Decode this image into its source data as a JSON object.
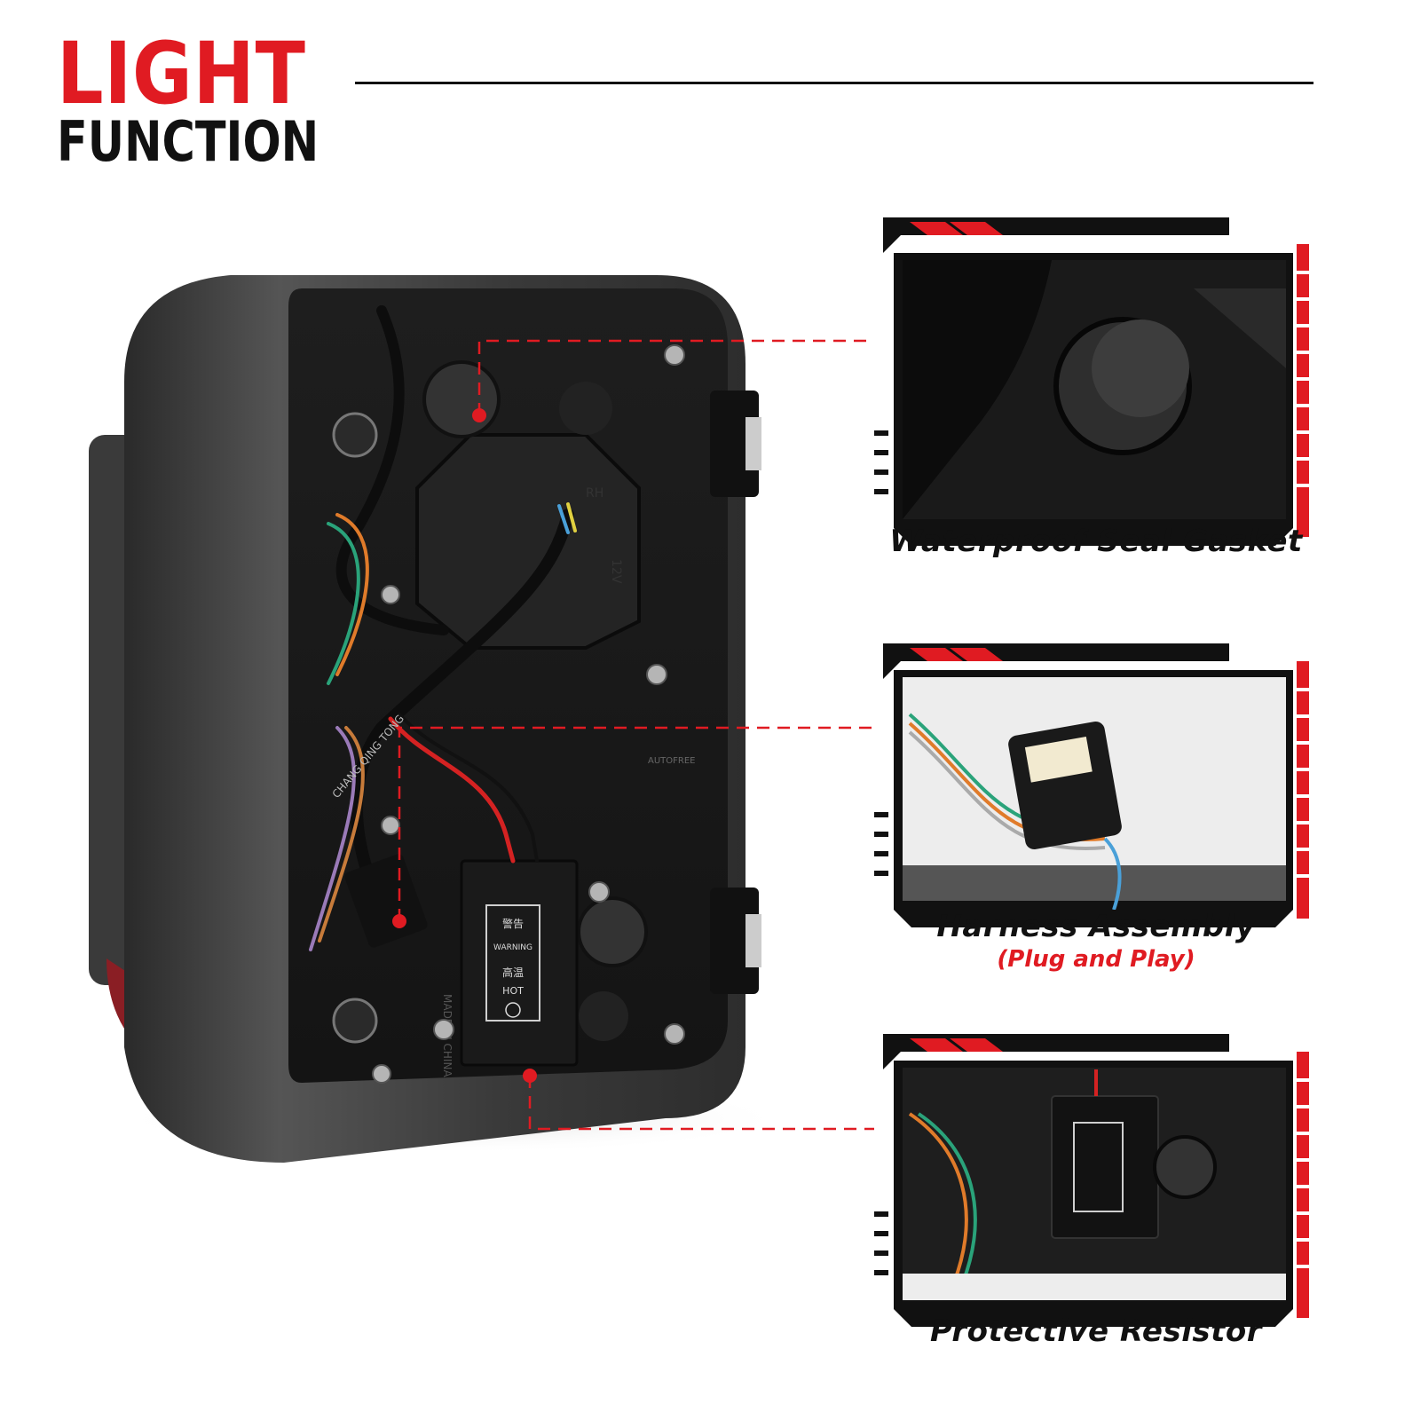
{
  "header": {
    "title_line1": "LIGHT",
    "title_line2": "FUNCTION"
  },
  "callouts": [
    {
      "label": "Waterproof Seal Gasket",
      "sub_label": ""
    },
    {
      "label": "Harness Assembly",
      "sub_label": "(Plug and Play)"
    },
    {
      "label": "Protective Resistor",
      "sub_label": ""
    }
  ],
  "product_markings": {
    "side_text": "RH",
    "voltage_text": "12V",
    "warning_cn": "警告",
    "warning_en": "WARNING",
    "hot_cn": "高温",
    "hot_en": "HOT",
    "made_in": "MADE IN CHINA",
    "cable_text": "CHANG QING TONG",
    "watermark": "AUTOFREE"
  },
  "colors": {
    "accent": "#e01b22",
    "dark": "#111111",
    "housing": "#3a3a3a"
  }
}
